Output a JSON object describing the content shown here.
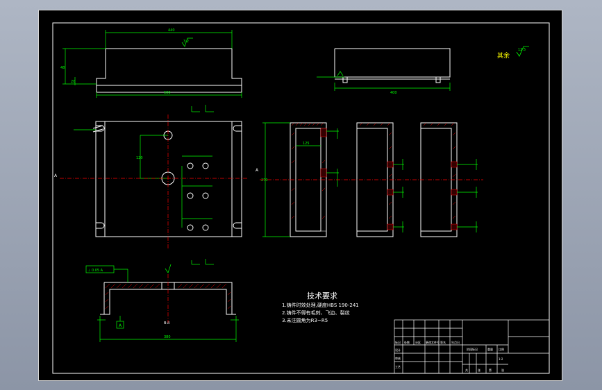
{
  "drawing": {
    "tech_req_title": "技术要求",
    "tech_req_items": [
      "1.铸件时效处理,硬度HBS 190-241",
      "2.铸件不得有毛刺、飞边、裂纹",
      "3.未注圆角为R3~R5"
    ],
    "roughness_note": "其余",
    "roughness_value": "12.5",
    "section_labels": {
      "left": "A",
      "right": "A",
      "bottom_center": "B-B"
    },
    "dimensions": {
      "top_length": "440",
      "top_base_length": "500",
      "top_height": "48",
      "top_step": "20",
      "right_length": "400",
      "hole_vertical": "120",
      "section_width": "125",
      "section_height": "270",
      "bottom_width": "380",
      "roughness_small": "3.2"
    },
    "tolerance_box": "⊥ 0.05 A",
    "datum_label": "A",
    "title_block": {
      "headers": [
        "标记",
        "处数",
        "分区",
        "更改文件号",
        "签名",
        "年月日"
      ],
      "rows": [
        "设计",
        "审核",
        "工艺"
      ],
      "stage_labels": [
        "阶段标记",
        "重量",
        "比例"
      ],
      "scale": "1:2",
      "sheet_labels": [
        "共",
        "张",
        "第",
        "张"
      ]
    }
  },
  "colors": {
    "sheet_bg": "#000000",
    "outline": "#ffffff",
    "dimension": "#00ff00",
    "centerline": "#ff0000",
    "hatch": "#ff0000",
    "text": "#ffffff",
    "note": "#ffff00"
  }
}
